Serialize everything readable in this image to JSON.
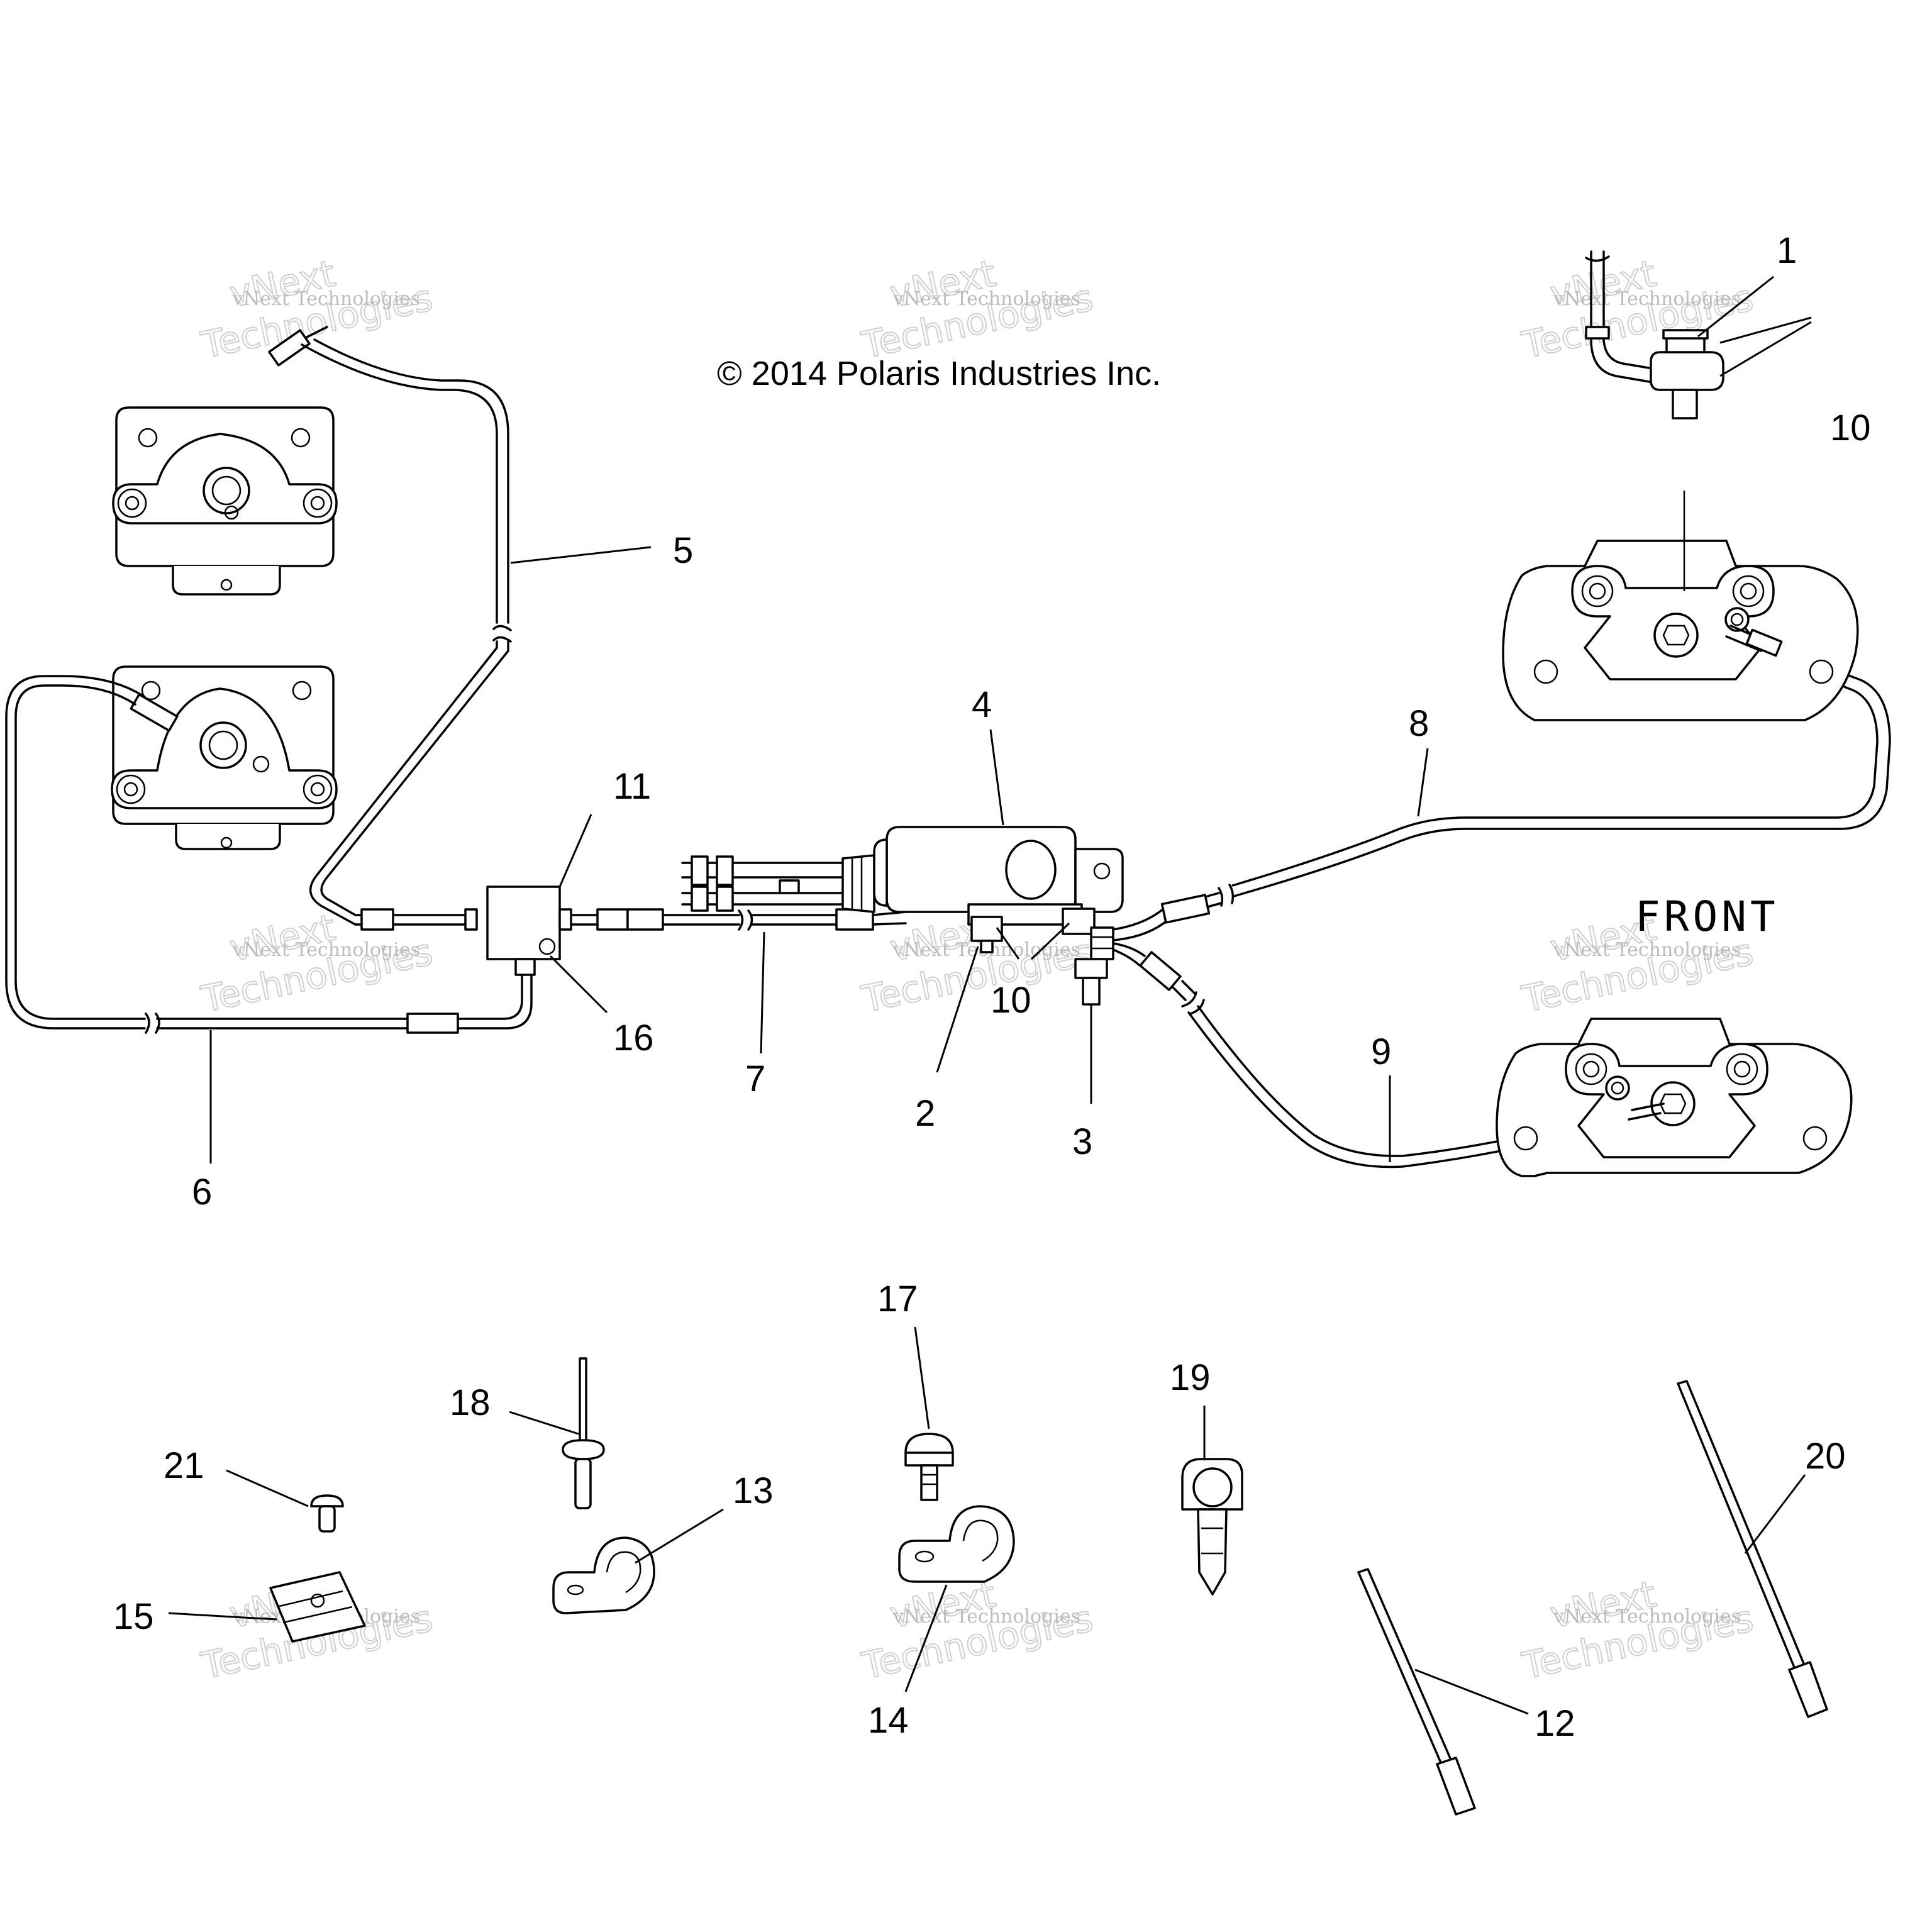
{
  "copyright": "© 2014 Polaris Industries Inc.",
  "front_label": "FRONT",
  "watermark": {
    "small": "vNext Technologies",
    "big_top": "vNext",
    "big_bottom": "Technologies"
  },
  "callouts": [
    "1",
    "2",
    "3",
    "4",
    "5",
    "6",
    "7",
    "8",
    "9",
    "10",
    "10",
    "11",
    "12",
    "13",
    "14",
    "15",
    "16",
    "17",
    "18",
    "19",
    "20",
    "21"
  ]
}
